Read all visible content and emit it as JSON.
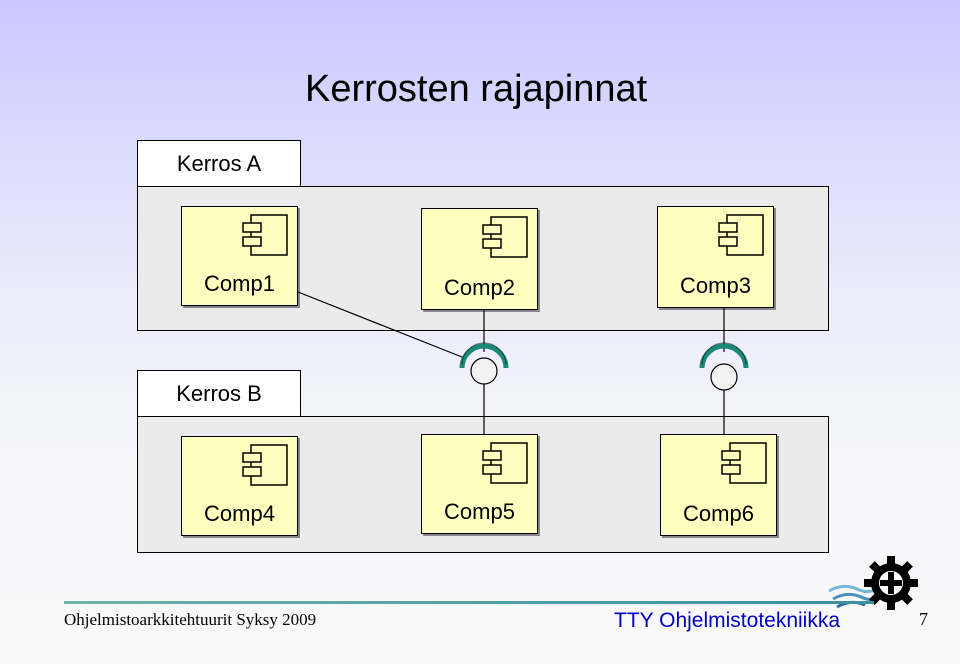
{
  "title": "Kerrosten rajapinnat",
  "layers": [
    {
      "name": "Kerros A",
      "components": [
        "Comp1",
        "Comp2",
        "Comp3"
      ]
    },
    {
      "name": "Kerros B",
      "components": [
        "Comp4",
        "Comp5",
        "Comp6"
      ]
    }
  ],
  "footer": {
    "course": "Ohjelmistoarkkitehtuurit Syksy 2009",
    "department": "TTY Ohjelmistotekniikka",
    "page": "7"
  },
  "colors": {
    "component_fill": "#ffffc0",
    "layer_fill": "#ebebeb",
    "interface_socket": "#1a8a78",
    "footer_link": "#0000cc"
  },
  "icons": [
    "uml-component-icon",
    "provided-interface-icon",
    "required-interface-socket-icon",
    "tty-gear-logo-icon"
  ]
}
